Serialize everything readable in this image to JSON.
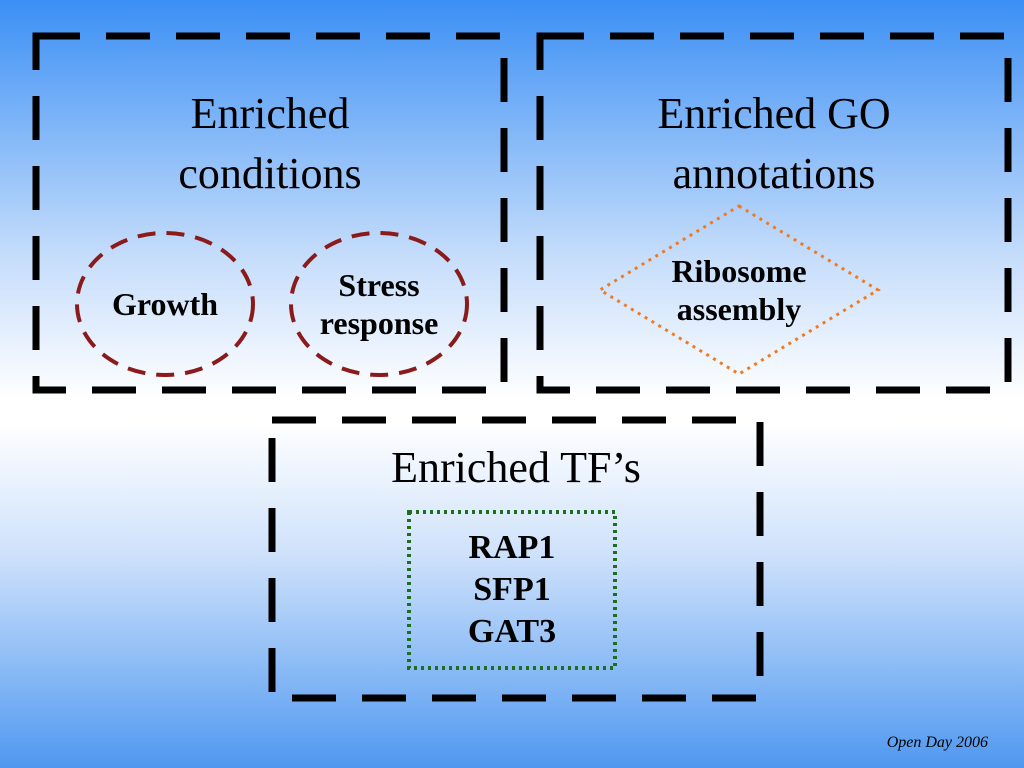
{
  "conditions_panel": {
    "title_lines": [
      "Enriched",
      "conditions"
    ],
    "items": [
      {
        "lines": [
          "Growth"
        ]
      },
      {
        "lines": [
          "Stress",
          "response"
        ]
      }
    ]
  },
  "go_panel": {
    "title_lines": [
      "Enriched GO",
      "annotations"
    ],
    "item_lines": [
      "Ribosome",
      "assembly"
    ]
  },
  "tf_panel": {
    "title": "Enriched TF’s",
    "factors": [
      "RAP1",
      "SFP1",
      "GAT3"
    ]
  },
  "footer": "Open Day 2006",
  "colors": {
    "frame": "#000000",
    "condition_ellipse": "#8b1a1a",
    "go_diamond": "#f07a1f",
    "tf_box": "#1e6e1e"
  }
}
